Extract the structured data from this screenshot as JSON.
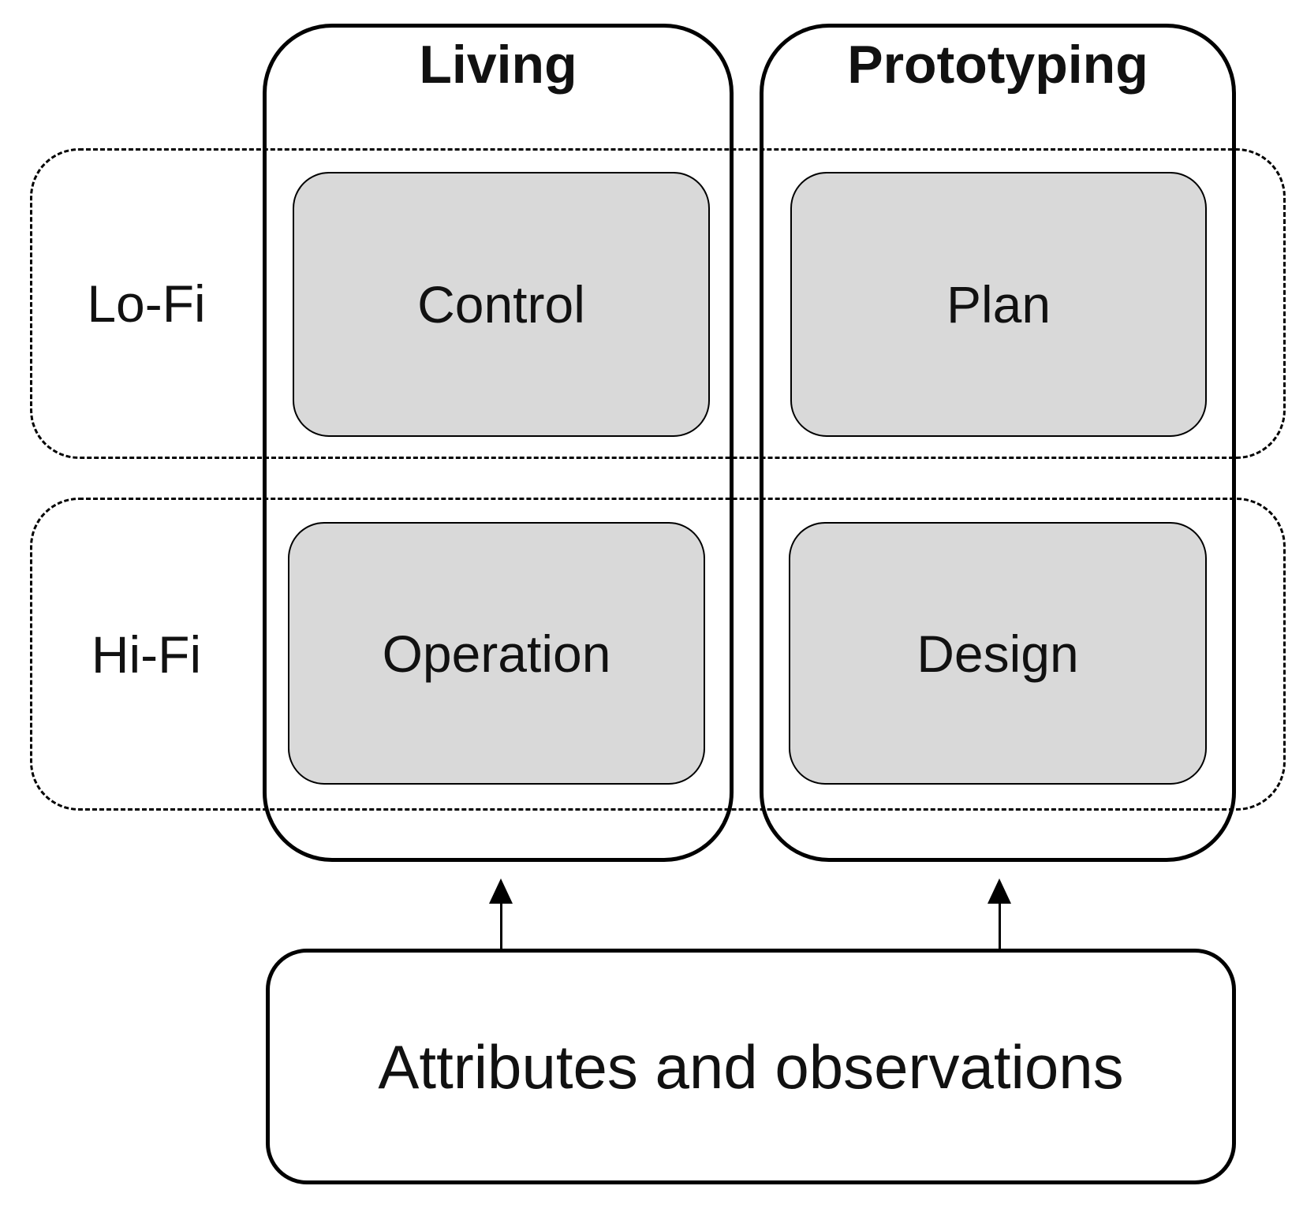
{
  "matrix": {
    "columns": [
      {
        "label": "Living"
      },
      {
        "label": "Prototyping"
      }
    ],
    "rows": [
      {
        "label": "Lo-Fi"
      },
      {
        "label": "Hi-Fi"
      }
    ],
    "cells": [
      {
        "row": "Lo-Fi",
        "column": "Living",
        "label": "Control"
      },
      {
        "row": "Lo-Fi",
        "column": "Prototyping",
        "label": "Plan"
      },
      {
        "row": "Hi-Fi",
        "column": "Living",
        "label": "Operation"
      },
      {
        "row": "Hi-Fi",
        "column": "Prototyping",
        "label": "Design"
      }
    ]
  },
  "source": {
    "label": "Attributes and observations"
  },
  "arrows": [
    {
      "from": "Attributes and observations",
      "to": "Living",
      "direction": "up"
    },
    {
      "from": "Attributes and observations",
      "to": "Prototyping",
      "direction": "up"
    }
  ],
  "colors": {
    "background": "#ffffff",
    "stroke": "#000000",
    "cell_fill": "#d9d9d9",
    "text": "#111111"
  }
}
